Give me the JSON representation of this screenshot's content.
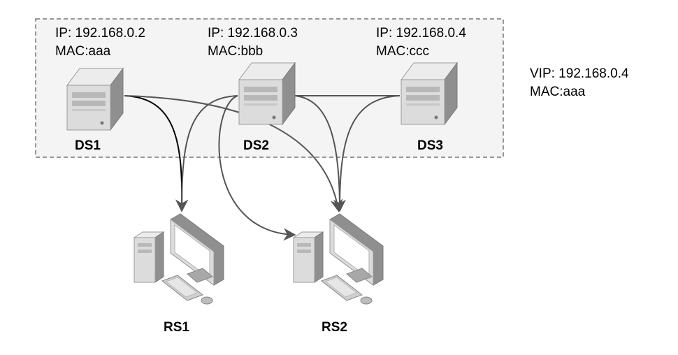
{
  "nodes": {
    "ds1": {
      "name": "DS1",
      "ip": "IP: 192.168.0.2",
      "mac": "MAC:aaa"
    },
    "ds2": {
      "name": "DS2",
      "ip": "IP: 192.168.0.3",
      "mac": "MAC:bbb"
    },
    "ds3": {
      "name": "DS3",
      "ip": "IP: 192.168.0.4",
      "mac": "MAC:ccc"
    },
    "rs1": {
      "name": "RS1"
    },
    "rs2": {
      "name": "RS2"
    }
  },
  "vip": {
    "ip": "VIP: 192.168.0.4",
    "mac": "MAC:aaa"
  },
  "colors": {
    "group_border": "#777777",
    "group_fill": "#f4f4f4",
    "edge": "#555555",
    "edge_active": "#000000",
    "server_face": "#dcdcdc",
    "server_shade": "#8f8f8f"
  },
  "icons": {
    "director": "server-tower-icon",
    "real_server": "desktop-computer-icon"
  }
}
